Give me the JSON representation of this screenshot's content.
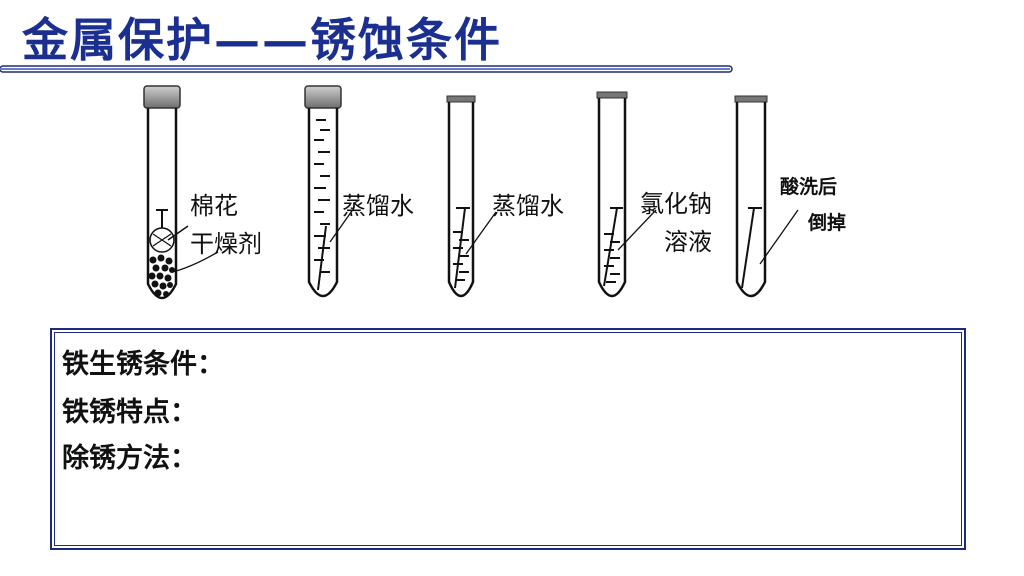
{
  "title": "金属保护——锈蚀条件",
  "labels": {
    "cotton": "棉花",
    "desiccant": "干燥剂",
    "distilled_water_1": "蒸馏水",
    "distilled_water_2": "蒸馏水",
    "nacl_line1": "氯化钠",
    "nacl_line2": "溶液",
    "acid_line1": "酸洗后",
    "acid_line2": "倒掉"
  },
  "questions": {
    "condition": "铁生锈条件：",
    "feature": "铁锈特点：",
    "removal": "除锈方法："
  },
  "colors": {
    "title": "#1a2f8f",
    "box_border": "#1e2b7a",
    "stopper": "#8a8a8a"
  }
}
